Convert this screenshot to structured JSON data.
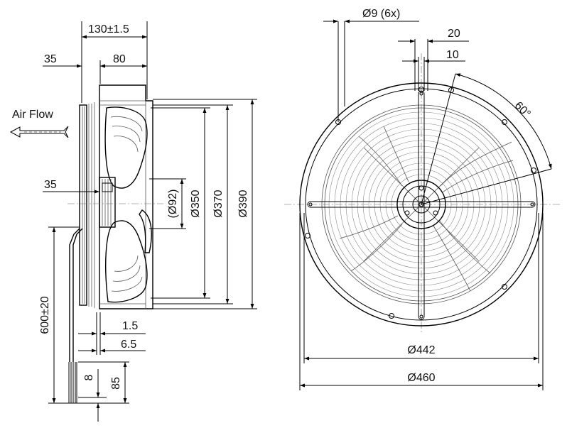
{
  "labels": {
    "air_flow": "Air Flow",
    "depth_total": "130±1.5",
    "flange_35": "35",
    "body_80": "80",
    "hub_35": "35",
    "dia_92": "(Ø92)",
    "dia_350": "Ø350",
    "dia_370": "Ø370",
    "dia_390": "Ø390",
    "offset_1_5": "1.5",
    "offset_6_5": "6.5",
    "cable_length": "600±20",
    "lead_8": "8",
    "lead_85": "85",
    "hole_spec": "Ø9 (6x)",
    "slot_20": "20",
    "slot_10": "10",
    "angle_60": "60°",
    "dia_442": "Ø442",
    "dia_460": "Ø460"
  }
}
